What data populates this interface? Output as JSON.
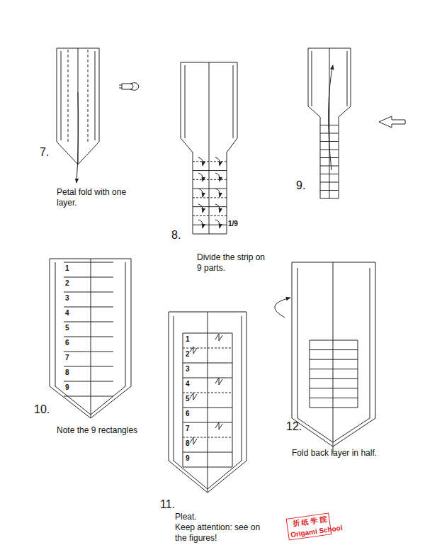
{
  "diagram": {
    "labels": [
      "7.",
      "Petal fold with one layer.",
      "8.",
      "1/9",
      "Divide the strip on 9 parts.",
      "9.",
      "10.",
      "1",
      "2",
      "3",
      "4",
      "5",
      "6",
      "7",
      "8",
      "9",
      "Note the 9 rectangles",
      "11.",
      "1",
      "2",
      "3",
      "4",
      "5",
      "6",
      "7",
      "8",
      "9",
      "Pleat.",
      "Keep attention: see on the figures!",
      "12.",
      "Fold back layer in half.",
      "折 纸 学 院",
      "Origami School"
    ]
  }
}
